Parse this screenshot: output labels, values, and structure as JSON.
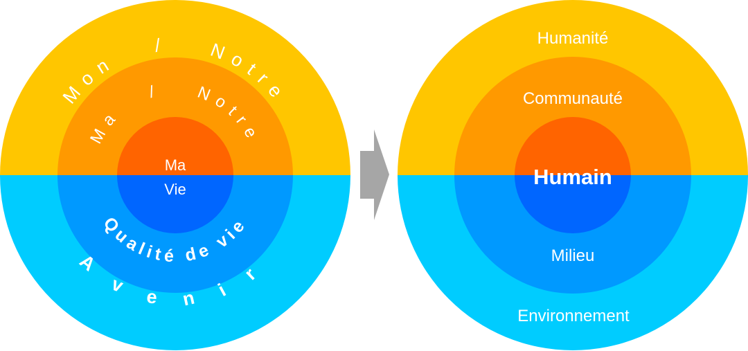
{
  "colors": {
    "outer_top": "#FFC600",
    "middle_top": "#FF9900",
    "inner_top": "#FF6400",
    "outer_bottom": "#00CCFF",
    "middle_bottom": "#0099FF",
    "inner_bottom": "#0066FF",
    "arrow": "#A6A6A6",
    "text": "#FFFFFF"
  },
  "left_diagram": {
    "outer_top_label": "Mon   /   Notre",
    "middle_top_label": "Ma   /   Notre",
    "center_line1": "Ma",
    "center_line2": "Vie",
    "middle_bottom_label": "Qualité de vie",
    "outer_bottom_label": "Avenir"
  },
  "arrow": {
    "icon": "arrow-right-icon"
  },
  "right_diagram": {
    "outer_top_label": "Humanité",
    "middle_top_label": "Communauté",
    "center_label": "Humain",
    "middle_bottom_label": "Milieu",
    "outer_bottom_label": "Environnement"
  }
}
